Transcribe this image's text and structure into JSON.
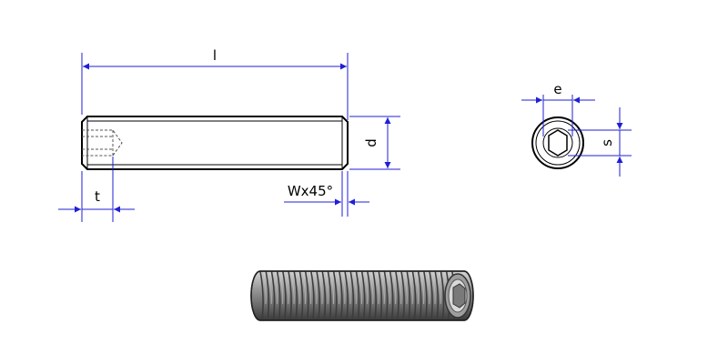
{
  "labels": {
    "length": "l",
    "diameter": "d",
    "socket_depth": "t",
    "chamfer": "Wx45°",
    "across_corners": "e",
    "across_flats": "s"
  },
  "colors": {
    "dimension": "#1f1fd6",
    "outline": "#000000",
    "hidden": "#555555",
    "thread_dark": "#3c3c3c",
    "thread_light": "#bcbcbc"
  },
  "icons": {
    "render": "set-screw-3d-render"
  }
}
